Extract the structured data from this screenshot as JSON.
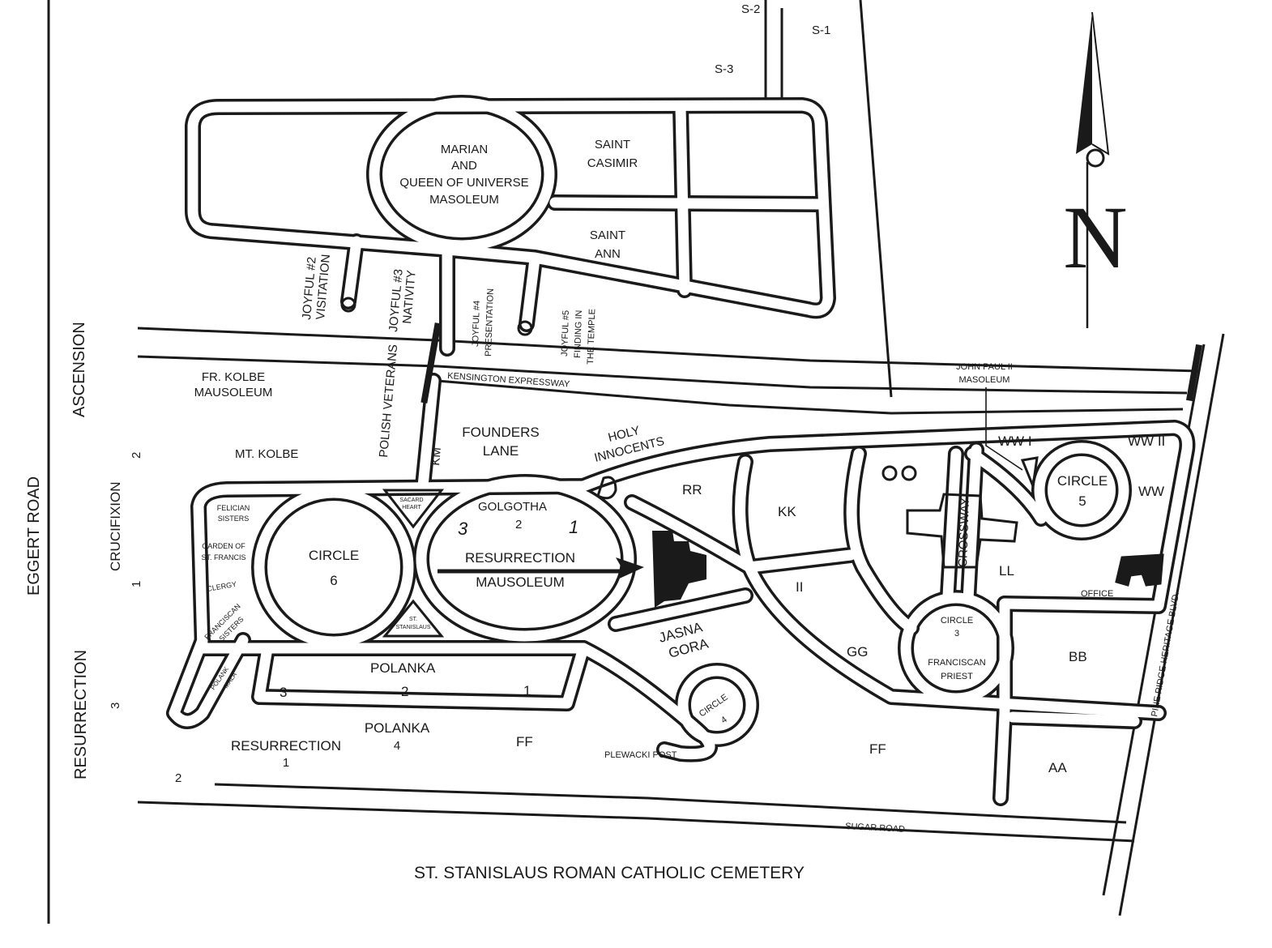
{
  "title": "ST. STANISLAUS ROMAN CATHOLIC CEMETERY",
  "compass": {
    "label": "N"
  },
  "roads": {
    "eggert": "EGGERT ROAD",
    "kensington": "KENSINGTON EXPRESSWAY",
    "sugar": "SUGAR ROAD",
    "pine_ridge": "PINE RIDGE HERITAGE BLVD.",
    "s1": "S-1",
    "s2": "S-2",
    "s3": "S-3",
    "polish_veterans": "POLISH VETERANS",
    "km": "KM",
    "crossway": "CROSSWAY"
  },
  "sections": {
    "ascension": "ASCENSION",
    "crucifixion": "CRUCIFIXION",
    "crucifixion_1": "1",
    "crucifixion_2": "2",
    "resurrection_left": "RESURRECTION",
    "resurrection_left_3": "3",
    "resurrection_left_2": "2",
    "marian": [
      "MARIAN",
      "AND",
      "QUEEN OF UNIVERSE",
      "MASOLEUM"
    ],
    "saint_casimir": [
      "SAINT",
      "CASIMIR"
    ],
    "saint_ann": [
      "SAINT",
      "ANN"
    ],
    "joyful2": [
      "JOYFUL #2",
      "VISITATION"
    ],
    "joyful3": [
      "JOYFUL #3",
      "NATIVITY"
    ],
    "joyful4": [
      "JOYFUL #4",
      "PRESENTATION"
    ],
    "joyful5": [
      "JOYFUL #5",
      "FINDING IN",
      "THE TEMPLE"
    ],
    "kolbe_mausoleum": [
      "FR. KOLBE",
      "MAUSOLEUM"
    ],
    "mt_kolbe": "MT. KOLBE",
    "founders_lane": [
      "FOUNDERS",
      "LANE"
    ],
    "holy_innocents": [
      "HOLY",
      "INNOCENTS"
    ],
    "john_paul": [
      "JOHN PAUL II",
      "MASOLEUM"
    ],
    "ww1": "WW I",
    "ww2": "WW II",
    "ww": "WW",
    "circle5": [
      "CIRCLE",
      "5"
    ],
    "circle6": [
      "CIRCLE",
      "6"
    ],
    "circle3": [
      "CIRCLE",
      "3",
      "FRANCISCAN",
      "PRIEST"
    ],
    "circle4": [
      "CIRCLE",
      "4"
    ],
    "felician": [
      "FELICIAN",
      "SISTERS"
    ],
    "garden": [
      "GARDEN OF",
      "ST. FRANCIS"
    ],
    "clergy": "CLERGY",
    "franciscan_sisters": [
      "FRANCISCAN",
      "SISTERS"
    ],
    "sacred_heart": [
      "SACARD",
      "HEART"
    ],
    "st_stanislaus": [
      "ST.",
      "STANISLAUS"
    ],
    "golgotha": [
      "GOLGOTHA",
      "2",
      "3",
      "1"
    ],
    "resurrection_mausoleum": [
      "RESURRECTION",
      "MAUSOLEUM"
    ],
    "rr": "RR",
    "kk": "KK",
    "ii": "II",
    "ll": "LL",
    "gg": "GG",
    "bb": "BB",
    "aa": "AA",
    "ff1": "FF",
    "ff2": "FF",
    "office": "OFFICE",
    "jasna_gora": [
      "JASNA",
      "GORA"
    ],
    "polanka": [
      "POLANKA",
      "3",
      "2",
      "1"
    ],
    "polanka4": [
      "POLANKA",
      "4"
    ],
    "polank_mala": [
      "POLANK",
      "MALA"
    ],
    "resurrection1": [
      "RESURRECTION",
      "1"
    ],
    "plewacki": "PLEWACKI POST"
  },
  "colors": {
    "ink": "#1a1a1a",
    "paper": "#ffffff"
  }
}
